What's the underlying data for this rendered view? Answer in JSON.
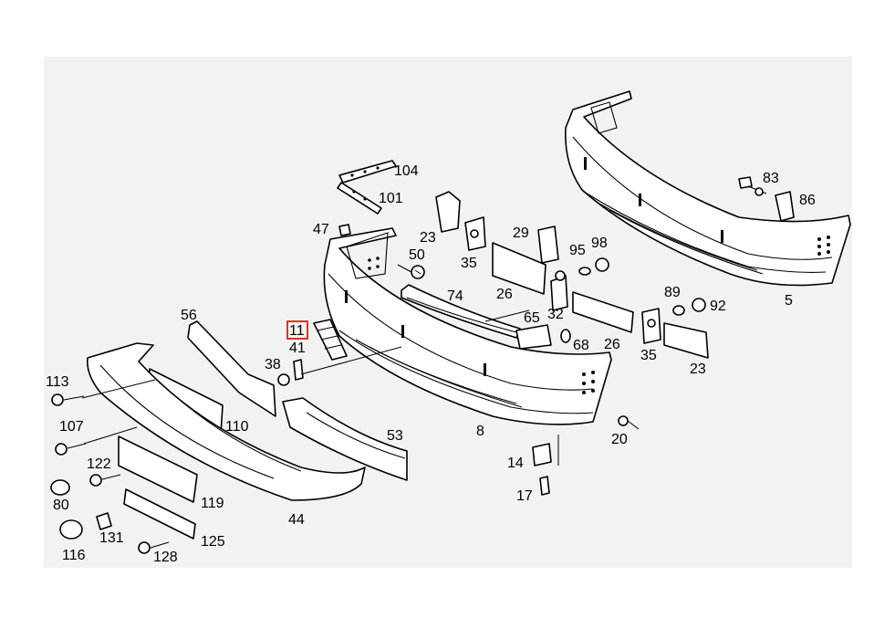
{
  "callouts": [
    {
      "id": "c104",
      "text": "104"
    },
    {
      "id": "c101",
      "text": "101"
    },
    {
      "id": "c47",
      "text": "47"
    },
    {
      "id": "c23a",
      "text": "23"
    },
    {
      "id": "c50",
      "text": "50"
    },
    {
      "id": "c35a",
      "text": "35"
    },
    {
      "id": "c29",
      "text": "29"
    },
    {
      "id": "c95",
      "text": "95"
    },
    {
      "id": "c98",
      "text": "98"
    },
    {
      "id": "c83",
      "text": "83"
    },
    {
      "id": "c86",
      "text": "86"
    },
    {
      "id": "c74",
      "text": "74"
    },
    {
      "id": "c26a",
      "text": "26"
    },
    {
      "id": "c32",
      "text": "32"
    },
    {
      "id": "c65",
      "text": "65"
    },
    {
      "id": "c56",
      "text": "56"
    },
    {
      "id": "c11",
      "text": "11"
    },
    {
      "id": "c41",
      "text": "41"
    },
    {
      "id": "c68",
      "text": "68"
    },
    {
      "id": "c26b",
      "text": "26"
    },
    {
      "id": "c89",
      "text": "89"
    },
    {
      "id": "c92",
      "text": "92"
    },
    {
      "id": "c35b",
      "text": "35"
    },
    {
      "id": "c23b",
      "text": "23"
    },
    {
      "id": "c5",
      "text": "5"
    },
    {
      "id": "c38",
      "text": "38"
    },
    {
      "id": "c113",
      "text": "113"
    },
    {
      "id": "c107",
      "text": "107"
    },
    {
      "id": "c110",
      "text": "110"
    },
    {
      "id": "c53",
      "text": "53"
    },
    {
      "id": "c8",
      "text": "8"
    },
    {
      "id": "c20",
      "text": "20"
    },
    {
      "id": "c122",
      "text": "122"
    },
    {
      "id": "c14",
      "text": "14"
    },
    {
      "id": "c80",
      "text": "80"
    },
    {
      "id": "c119",
      "text": "119"
    },
    {
      "id": "c17",
      "text": "17"
    },
    {
      "id": "c44",
      "text": "44"
    },
    {
      "id": "c131",
      "text": "131"
    },
    {
      "id": "c116",
      "text": "116"
    },
    {
      "id": "c125",
      "text": "125"
    },
    {
      "id": "c128",
      "text": "128"
    }
  ],
  "highlighted_callout": "11",
  "colors": {
    "background_panel": "#f2f2f2",
    "line": "#000000",
    "highlight": "#d9342b"
  }
}
